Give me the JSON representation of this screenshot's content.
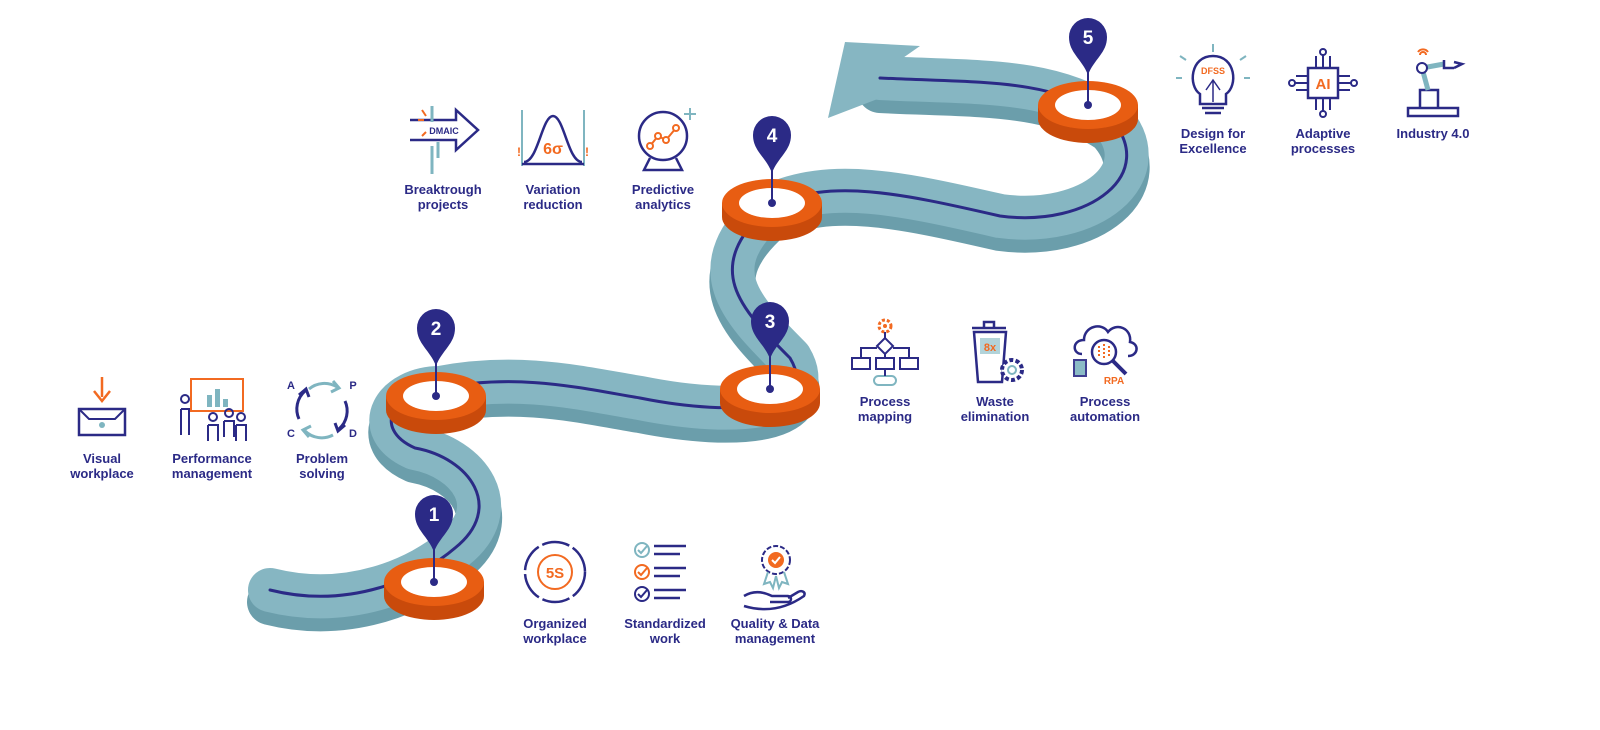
{
  "colors": {
    "road_top": "#86b6c2",
    "road_side": "#6b9eab",
    "line": "#2b2a86",
    "disc": "#e85d12",
    "disc_side": "#c94a0b",
    "pin": "#2b2a86",
    "accent": "#f26a21",
    "icon_teal": "#7fb5c0"
  },
  "milestones": [
    {
      "number": "1"
    },
    {
      "number": "2"
    },
    {
      "number": "3"
    },
    {
      "number": "4"
    },
    {
      "number": "5"
    }
  ],
  "features": [
    {
      "id": "visual-workplace",
      "label": "Visual\nworkplace",
      "icon": "inbox-arrow-icon"
    },
    {
      "id": "performance-management",
      "label": "Performance\nmanagement",
      "icon": "team-board-icon"
    },
    {
      "id": "problem-solving",
      "label": "Problem\nsolving",
      "icon": "pdca-cycle-icon",
      "letters": [
        "A",
        "P",
        "C",
        "D"
      ]
    },
    {
      "id": "organized-workplace",
      "label": "Organized\nworkplace",
      "icon": "5s-circle-icon",
      "badge": "5S"
    },
    {
      "id": "standardized-work",
      "label": "Standardized\nwork",
      "icon": "checklist-icon"
    },
    {
      "id": "quality-data-management",
      "label": "Quality & Data\nmanagement",
      "icon": "hand-rosette-icon"
    },
    {
      "id": "process-mapping",
      "label": "Process\nmapping",
      "icon": "flowchart-gear-icon"
    },
    {
      "id": "waste-elimination",
      "label": "Waste\nelimination",
      "icon": "bin-gear-icon",
      "badge": "8x"
    },
    {
      "id": "process-automation",
      "label": "Process\nautomation",
      "icon": "cloud-magnifier-icon",
      "badge": "RPA"
    },
    {
      "id": "breakthrough-projects",
      "label": "Breaktrough\nprojects",
      "icon": "dmaic-arrow-icon",
      "badge": "DMAIC"
    },
    {
      "id": "variation-reduction",
      "label": "Variation\nreduction",
      "icon": "bell-curve-icon",
      "badge": "6σ"
    },
    {
      "id": "predictive-analytics",
      "label": "Predictive\nanalytics",
      "icon": "crystal-ball-icon"
    },
    {
      "id": "design-for-excellence",
      "label": "Design for\nExcellence",
      "icon": "lightbulb-icon",
      "badge": "DFSS"
    },
    {
      "id": "adaptive-processes",
      "label": "Adaptive\nprocesses",
      "icon": "ai-chip-icon",
      "badge": "AI"
    },
    {
      "id": "industry-4-0",
      "label": "Industry 4.0",
      "icon": "robot-arm-icon"
    }
  ]
}
